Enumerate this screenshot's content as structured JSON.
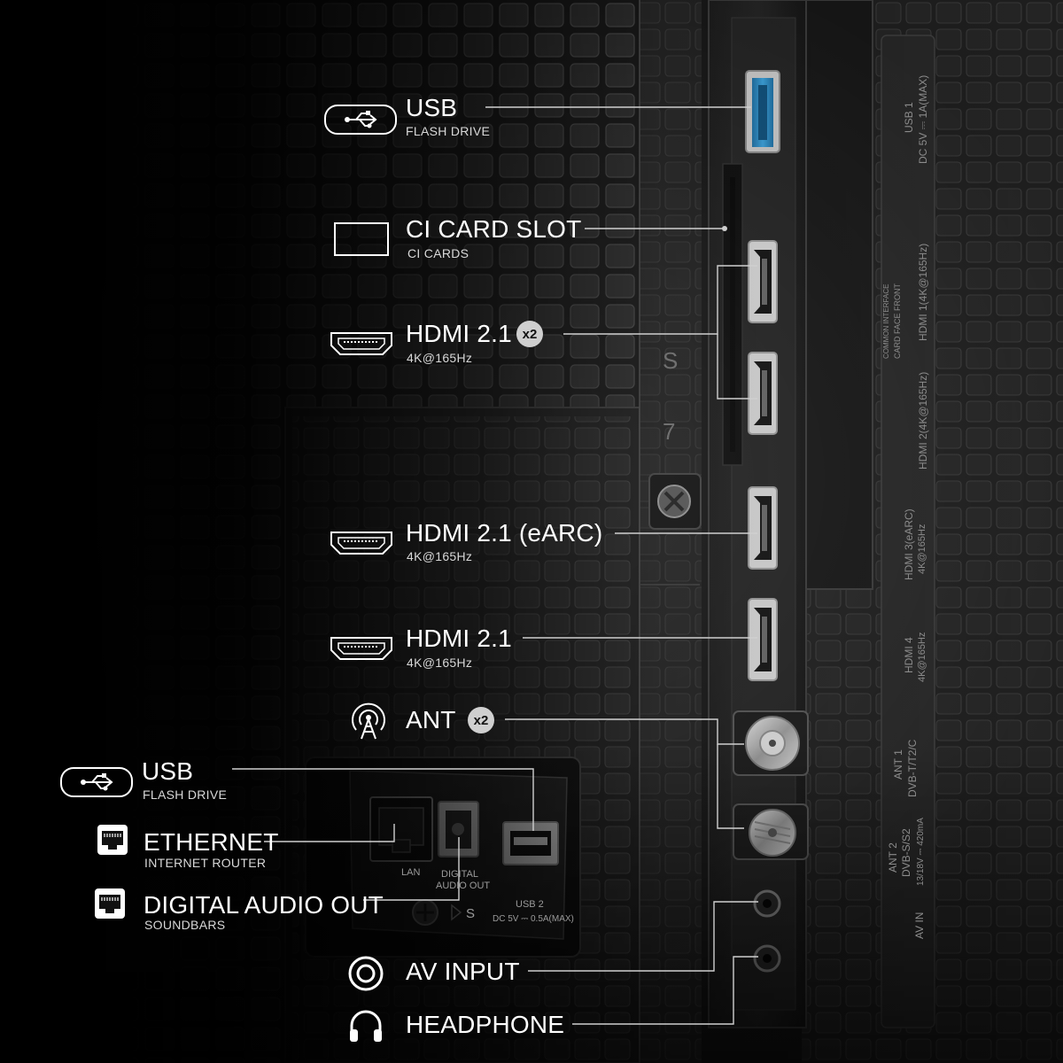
{
  "connectors": {
    "usb_top": {
      "title": "USB",
      "subtitle": "FLASH DRIVE"
    },
    "ci_slot": {
      "title": "CI CARD SLOT",
      "subtitle": "CI CARDS"
    },
    "hdmi_x2": {
      "title": "HDMI 2.1",
      "subtitle": "4K@165Hz",
      "badge": "x2"
    },
    "hdmi_earc": {
      "title": "HDMI 2.1 (eARC)",
      "subtitle": "4K@165Hz"
    },
    "hdmi_single": {
      "title": "HDMI 2.1",
      "subtitle": "4K@165Hz"
    },
    "ant": {
      "title": "ANT",
      "badge": "x2"
    },
    "usb_bottom": {
      "title": "USB",
      "subtitle": "FLASH DRIVE"
    },
    "ethernet": {
      "title": "ETHERNET",
      "subtitle": "INTERNET ROUTER"
    },
    "digital_audio": {
      "title": "DIGITAL AUDIO OUT",
      "subtitle": "SOUNDBARS"
    },
    "av_input": {
      "title": "AV INPUT"
    },
    "headphone": {
      "title": "HEADPHONE"
    }
  },
  "port_panel": {
    "lan": "LAN",
    "digital_audio_line1": "DIGITAL",
    "digital_audio_line2": "AUDIO OUT",
    "usb2_line1": "USB 2",
    "usb2_line2": "DC 5V ⎓ 0.5A(MAX)",
    "s_mark": "S"
  },
  "side_labels": {
    "usb1_line1": "USB 1",
    "usb1_line2": "DC 5V ⎓ 1A(MAX)",
    "common_interface": "COMMON INTERFACE",
    "card_face_front": "CARD FACE FRONT",
    "hdmi1": "HDMI 1(4K@165Hz)",
    "hdmi2": "HDMI 2(4K@165Hz)",
    "hdmi3_line1": "HDMI 3(eARC)",
    "hdmi3_line2": "4K@165Hz",
    "hdmi4_line1": "HDMI 4",
    "hdmi4_line2": "4K@165Hz",
    "ant1_line1": "ANT 1",
    "ant1_line2": "DVB-T/T2/C",
    "ant2_line1": "ANT 2",
    "ant2_line2": "DVB-S/S2",
    "ant2_line3": "13/18V ⎓ 420mA",
    "av_in": "AV IN",
    "s_mark": "S",
    "seven_mark": "7"
  },
  "colors": {
    "usb3_blue": "#2f8fc9",
    "text": "#ffffff",
    "subtext": "#d8d8d8",
    "badge": "#cfcfcf"
  },
  "icons": {
    "usb": "usb-icon",
    "ci_card": "card-slot-icon",
    "hdmi": "hdmi-icon",
    "antenna": "antenna-icon",
    "ethernet": "ethernet-icon",
    "optical": "optical-audio-icon",
    "av": "av-input-icon",
    "headphone": "headphone-icon"
  }
}
